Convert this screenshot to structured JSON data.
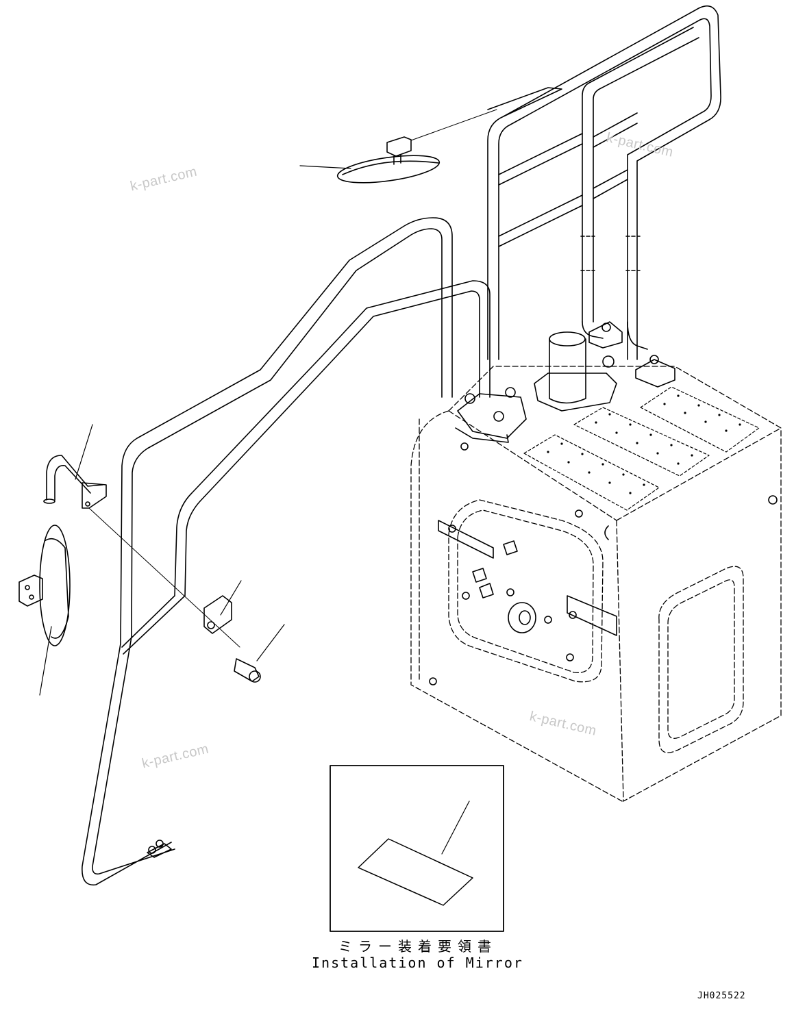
{
  "watermarks": [
    "k-part.com",
    "k-part.com",
    "k-part.com",
    "k-part.com"
  ],
  "inset": {
    "caption_jp": "ミラー装着要領書",
    "caption_en": "Installation of Mirror"
  },
  "drawing_number": "JH025522"
}
